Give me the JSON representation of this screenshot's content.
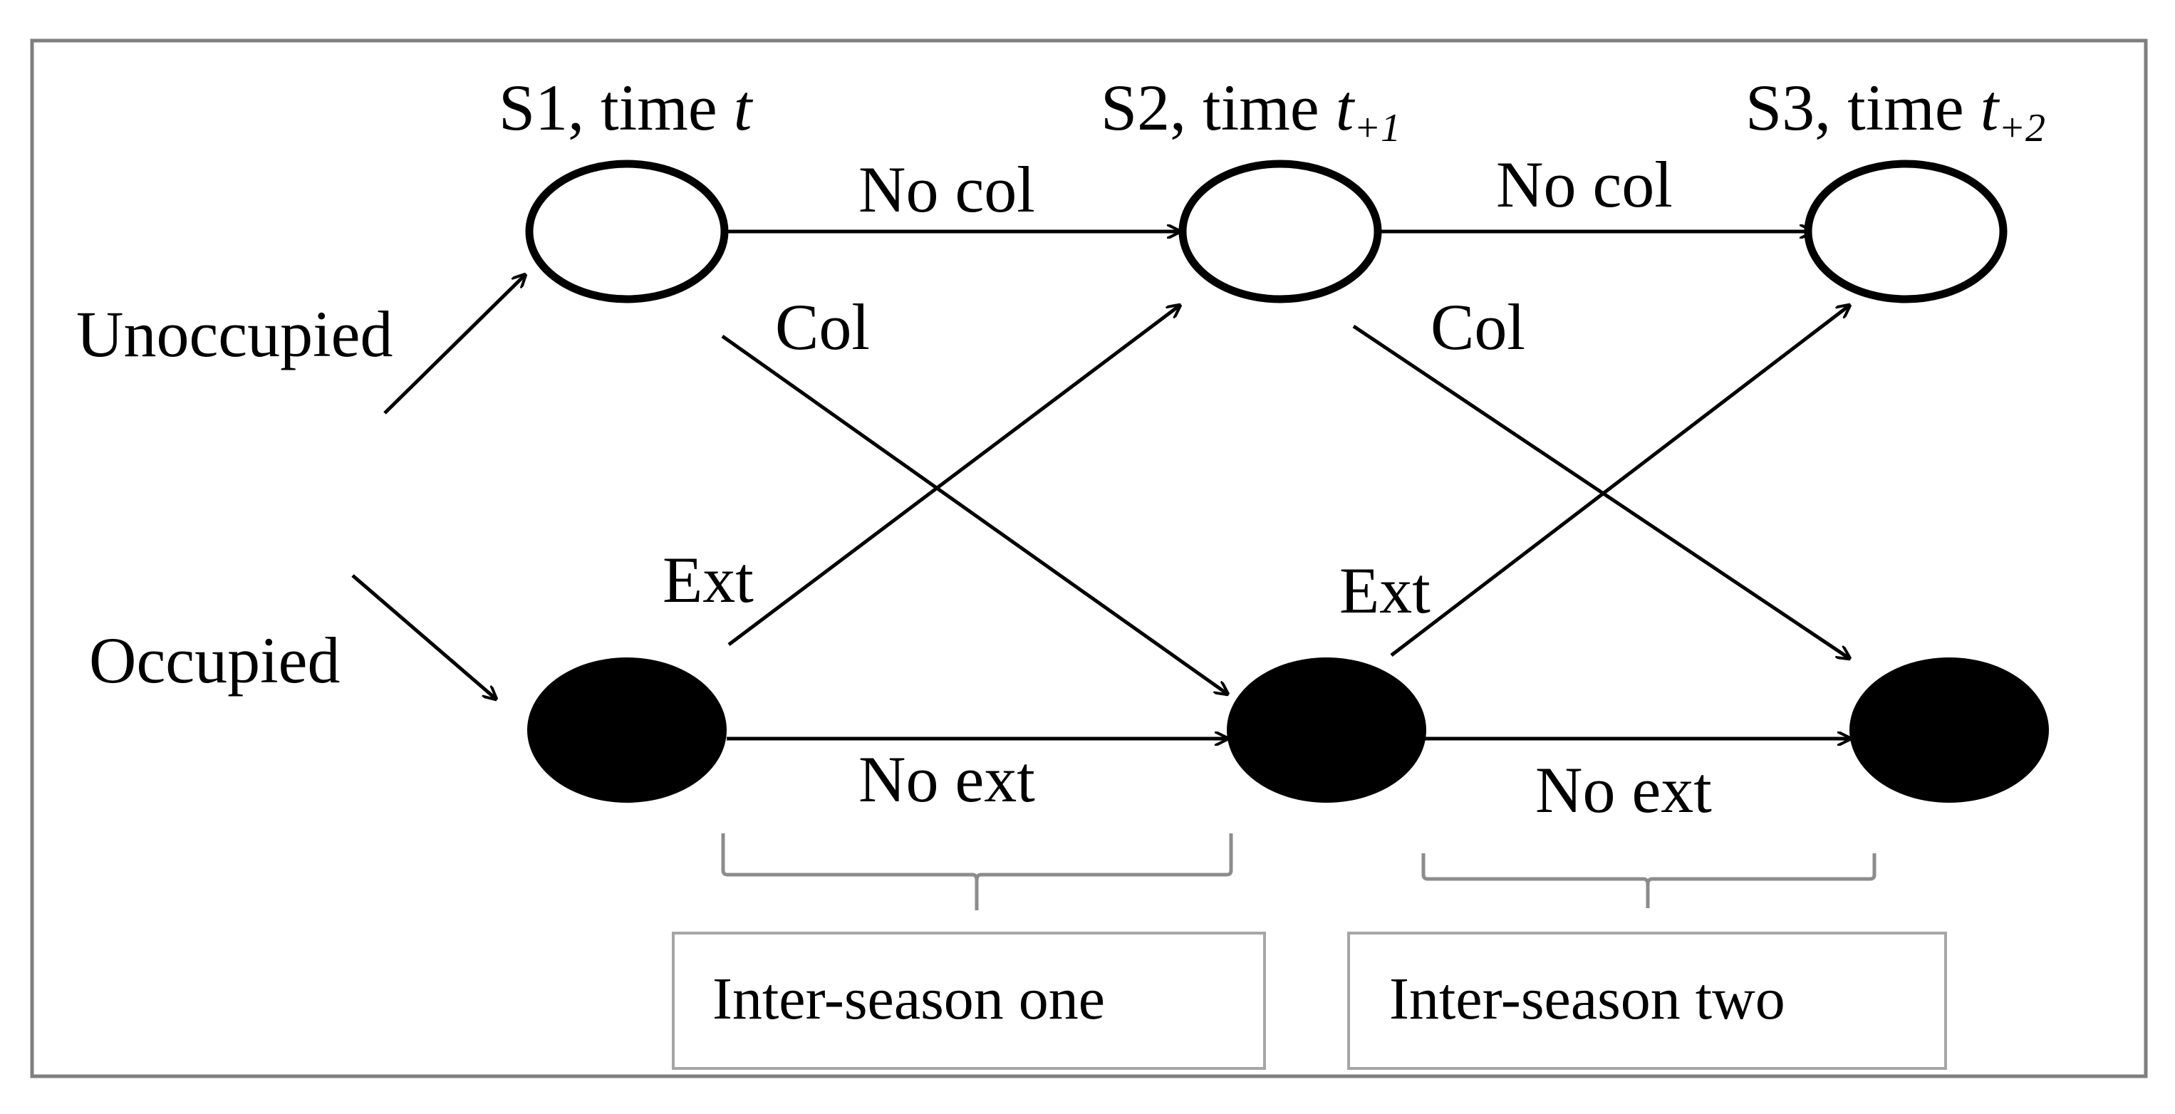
{
  "diagram": {
    "states": [
      {
        "name": "S1",
        "label": "S1, time ",
        "time": "t",
        "subscript": ""
      },
      {
        "name": "S2",
        "label": "S2, time ",
        "time": "t",
        "subscript": "+1"
      },
      {
        "name": "S3",
        "label": "S3, time ",
        "time": "t",
        "subscript": "+2"
      }
    ],
    "initial": {
      "unoccupied": "Unoccupied",
      "occupied": "Occupied"
    },
    "transitions": {
      "no_col_1": "No col",
      "no_col_2": "No col",
      "col_1": "Col",
      "col_2": "Col",
      "ext_1": "Ext",
      "ext_2": "Ext",
      "no_ext_1": "No ext",
      "no_ext_2": "No ext"
    },
    "periods": {
      "one": "Inter-season one",
      "two": "Inter-season two"
    },
    "colors": {
      "ink": "#000000",
      "frame": "#7f7f7f",
      "bracket": "#8c8c8c",
      "box_border": "#a6a6a6"
    }
  }
}
